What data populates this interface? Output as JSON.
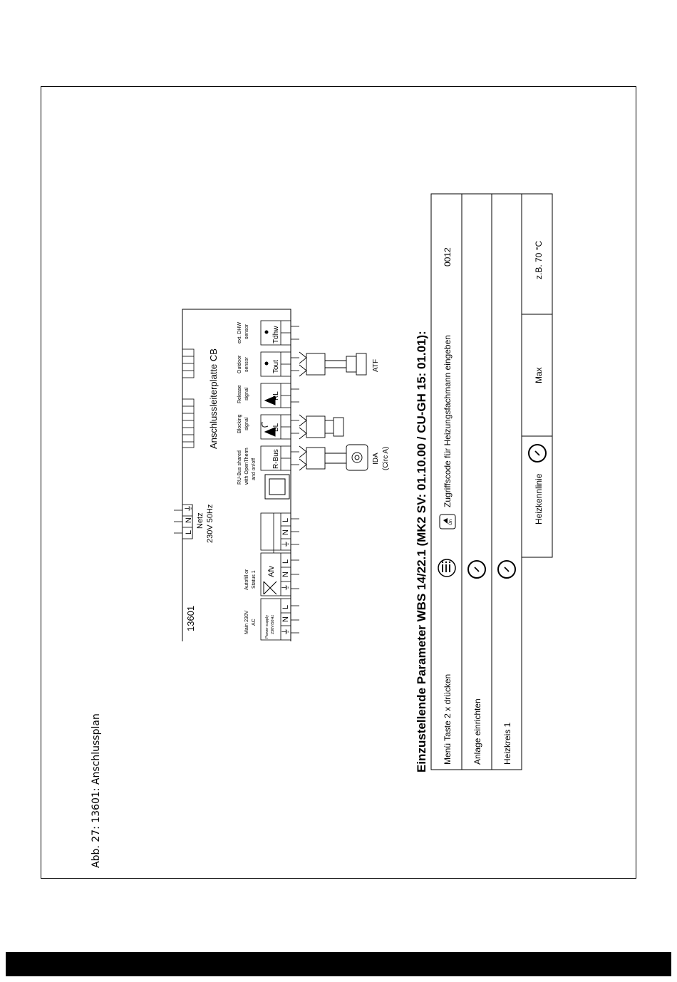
{
  "caption": "Abb. 27: 13601: Anschlussplan",
  "parameter_title": "Einzustellende Parameter WBS 14/22.1 (MK2 SV: 01.10.00 / CU-GH 15: 01.01):",
  "diagram": {
    "code": "13601",
    "board_title": "Anschlussleiterplatte CB",
    "mains_terminals": [
      "L",
      "N",
      "⏚"
    ],
    "mains_label": "Netz",
    "mains_spec": "230V 50Hz",
    "main_230_label": [
      "Main 230V",
      "AC"
    ],
    "power_supply_label": [
      "Power supply",
      "230V/50Hz"
    ],
    "autofill_label": [
      "Autofill or",
      "Status 1"
    ],
    "afv_label": "Afv",
    "rbus_label": [
      "RU-Bus shared",
      "with OpenTherm",
      "and on/off"
    ],
    "blocking_label": [
      "Blocking",
      "signal"
    ],
    "release_label": [
      "Release",
      "signal"
    ],
    "outdoor_label": [
      "Outdoor",
      "sensor"
    ],
    "dhw_label": [
      "ext. DHW",
      "sensor"
    ],
    "terminal_rbus": "R-Bus",
    "terminal_bl": "BL",
    "terminal_rl": "RL",
    "terminal_tout": "Tout",
    "terminal_tdhw": "Tdhw",
    "lne": [
      "L",
      "N",
      "⏚"
    ],
    "ida_label": [
      "IDA",
      "(Circ A)"
    ],
    "atf_label": "ATF"
  },
  "table": {
    "rows": [
      {
        "label": "Menü Taste 2 x drücken",
        "icon": "menu-button-icon",
        "extra_icon": "installer-on-icon",
        "extra_text": "On",
        "text": "Zugriffscode für Heizungsfachmann eingeben",
        "value": "0012"
      },
      {
        "label": "Anlage einrichten",
        "icon": "check-icon"
      },
      {
        "label": "Heizkreis 1",
        "icon": "check-icon"
      },
      {
        "text": "Heizkennlinie",
        "icon": "check-icon",
        "param": "Max",
        "value": "z.B. 70 °C"
      }
    ]
  }
}
